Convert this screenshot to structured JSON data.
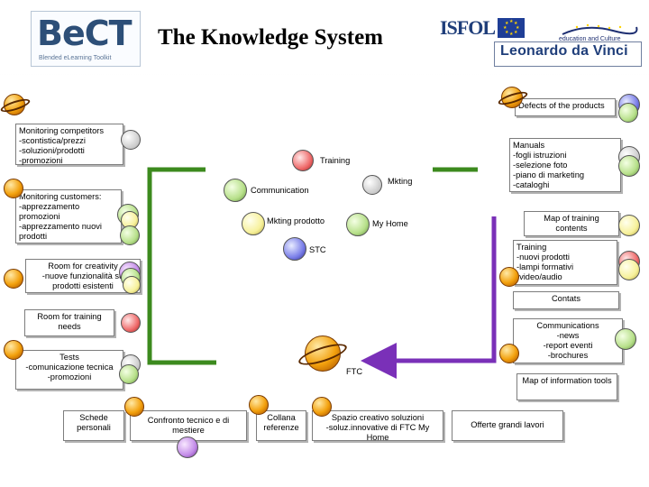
{
  "header": {
    "logo_text": "BeCT",
    "logo_subtitle": "Blended eLearning Toolkit",
    "title": "The Knowledge System",
    "isfol_text": "ISFOL",
    "edu_text": "education and Culture",
    "leonardo_text": "Leonardo da Vinci"
  },
  "boxes": {
    "defects": "Defects of the products",
    "competitors": "Monitoring competitors\n-scontistica/prezzi\n-soluzioni/prodotti\n-promozioni",
    "manuals": "Manuals\n-fogli istruzioni\n-selezione foto\n-piano di marketing\n-cataloghi",
    "customers": "Monitoring customers:\n-apprezzamento promozioni\n-apprezzamento nuovi prodotti",
    "map_training": "Map of training contents",
    "training_list": "Training\n-nuovi prodotti\n-lampi formativi\n-video/audio",
    "creativity": "Room for creativity\n-nuove funzionalità su prodotti esistenti",
    "contats": "Contats",
    "room_training": "Room for training needs",
    "communications": "Communications\n-news\n-report eventi\n-brochures",
    "tests": "Tests\n-comunicazione tecnica\n-promozioni",
    "map_info": "Map of information tools",
    "schede": "Schede personali",
    "confronto": "Confronto tecnico e di mestiere",
    "collana": "Collana referenze",
    "spazio": "Spazio creativo soluzioni\n-soluz.innovative di FTC My Home",
    "offerte": "Offerte grandi lavori"
  },
  "labels": {
    "training": "Training",
    "mkting": "Mkting",
    "communication": "Communication",
    "mkting_prodotto": "Mkting prodotto",
    "my_home": "My Home",
    "stc": "STC",
    "ftc": "FTC"
  },
  "colors": {
    "accent_green": "#3c8a1e",
    "accent_purple": "#7a30b8",
    "accent_blue": "#23469c"
  }
}
